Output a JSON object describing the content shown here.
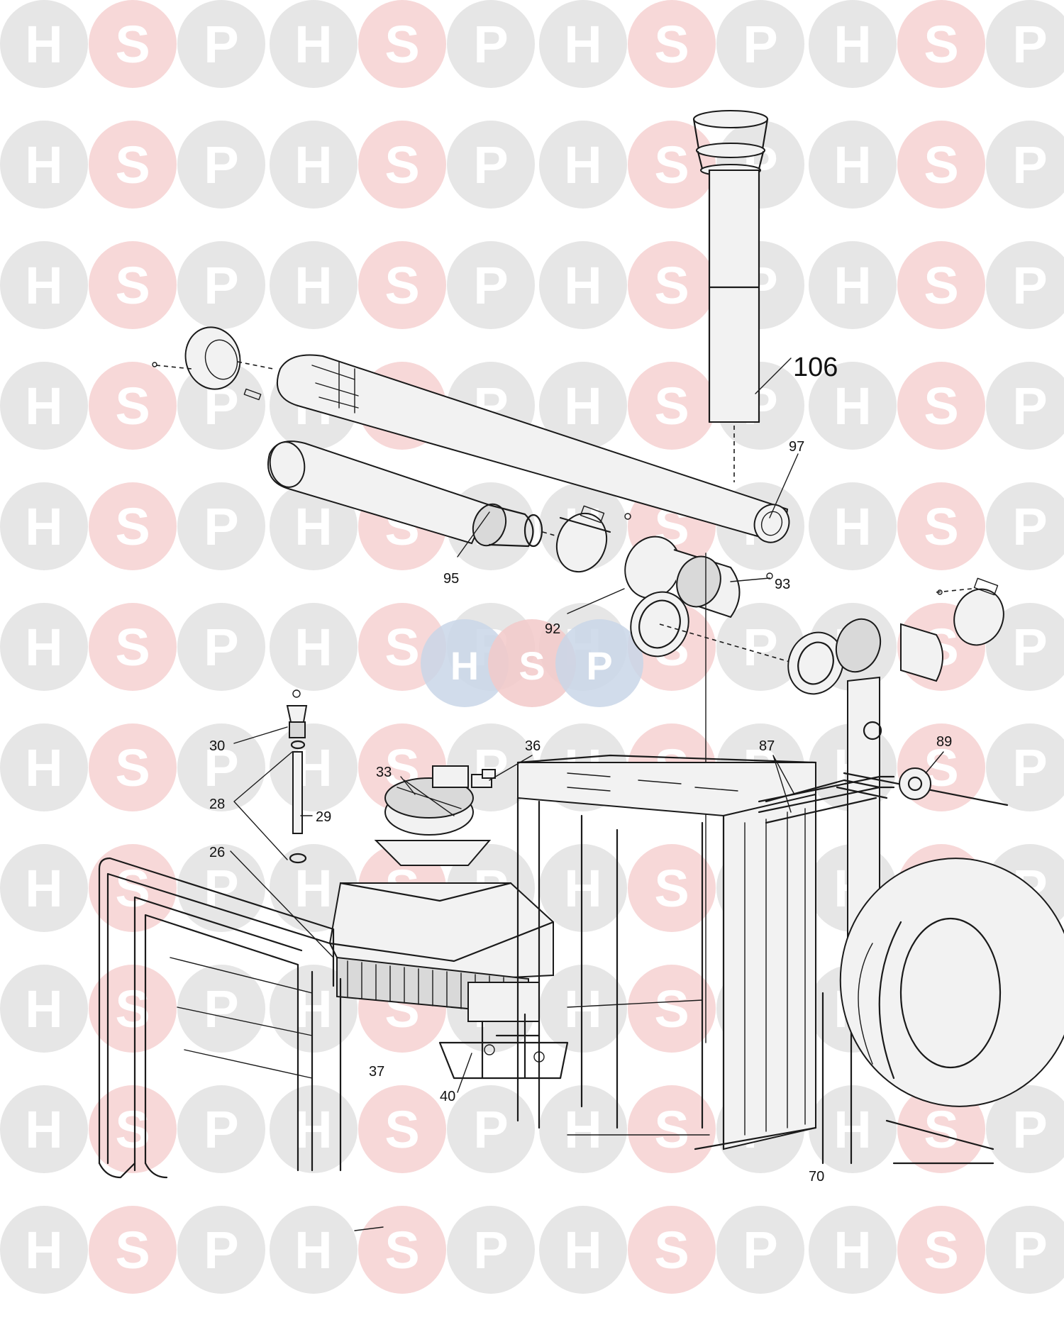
{
  "watermark": {
    "letters": [
      "H",
      "S",
      "P"
    ],
    "colors": {
      "H": "#e6e6e6",
      "S": "#f7d8d8",
      "P": "#e6e6e6"
    },
    "center_logo_colors": {
      "H": "#c9d6e8",
      "S": "#f2c9c9",
      "P": "#c9d6e8"
    }
  },
  "labels": {
    "p106": "106",
    "p97": "97",
    "p95": "95",
    "p93": "93",
    "p92": "92",
    "p30": "30",
    "p36": "36",
    "p33": "33",
    "p28": "28",
    "p29": "29",
    "p26": "26",
    "p37": "37",
    "p40": "40",
    "p87": "87",
    "p89": "89",
    "p70": "70"
  }
}
